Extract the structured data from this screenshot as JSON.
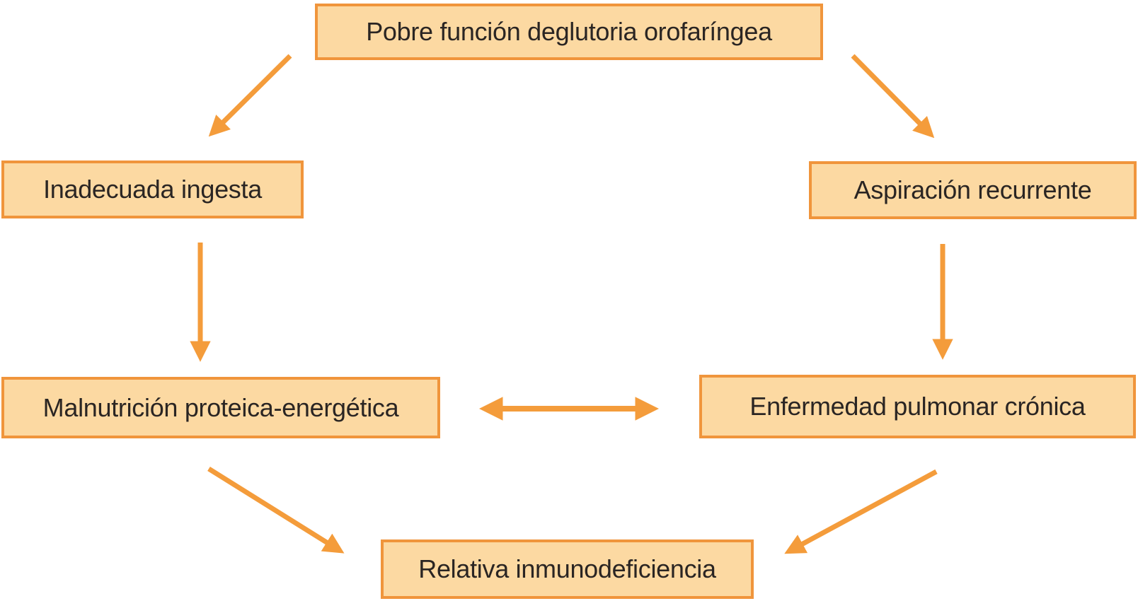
{
  "diagram": {
    "type": "flowchart",
    "language": "es",
    "nodes": [
      {
        "id": "top",
        "label": "Pobre función deglutoria orofaríngea"
      },
      {
        "id": "left",
        "label": "Inadecuada ingesta"
      },
      {
        "id": "right",
        "label": "Aspiración recurrente"
      },
      {
        "id": "mid_left",
        "label": "Malnutrición proteica-energética"
      },
      {
        "id": "mid_right",
        "label": "Enfermedad pulmonar crónica"
      },
      {
        "id": "bottom",
        "label": "Relativa inmunodeficiencia"
      }
    ],
    "edges": [
      {
        "from": "top",
        "to": "left",
        "bidirectional": false
      },
      {
        "from": "top",
        "to": "right",
        "bidirectional": false
      },
      {
        "from": "left",
        "to": "mid_left",
        "bidirectional": false
      },
      {
        "from": "right",
        "to": "mid_right",
        "bidirectional": false
      },
      {
        "from": "mid_left",
        "to": "mid_right",
        "bidirectional": true
      },
      {
        "from": "mid_left",
        "to": "bottom",
        "bidirectional": false
      },
      {
        "from": "mid_right",
        "to": "bottom",
        "bidirectional": false
      }
    ],
    "colors": {
      "box_fill": "#FCD9A2",
      "box_border": "#F0953C",
      "arrow": "#F49C3B",
      "text": "#2A2523",
      "background": "#FFFFFF"
    }
  }
}
